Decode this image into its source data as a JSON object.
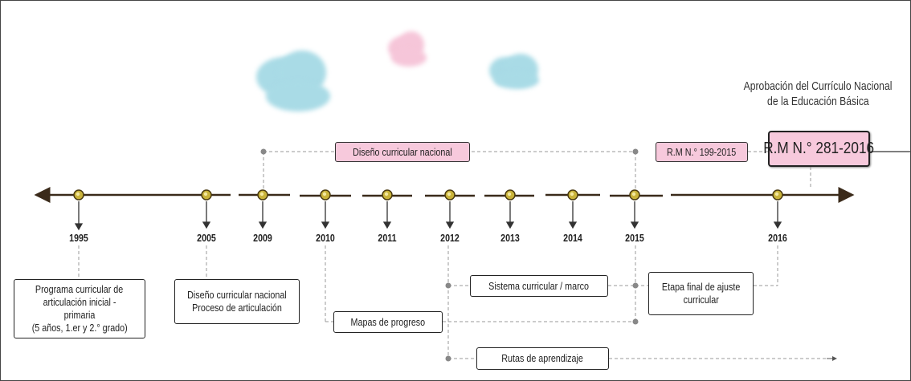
{
  "years": [
    "1995",
    "2005",
    "2009",
    "2010",
    "2011",
    "2012",
    "2013",
    "2014",
    "2015",
    "2016"
  ],
  "top": {
    "diseno": "Diseño curricular nacional",
    "rm199": "R.M N.° 199-2015",
    "rm281": "R.M N.° 281-2016",
    "approval_line1": "Aprobación del Currículo Nacional",
    "approval_line2": "de la Educación Básica"
  },
  "boxes": {
    "programa": [
      "Programa curricular de",
      "articulación inicial - primaria",
      "(5 años, 1.er  y 2.° grado)"
    ],
    "diseno_proceso": [
      "Diseño curricular nacional",
      "Proceso de articulación"
    ],
    "mapas": "Mapas de progreso",
    "sistema": "Sistema curricular / marco",
    "etapa": [
      "Etapa final de ajuste",
      "curricular"
    ],
    "rutas": "Rutas de aprendizaje"
  },
  "colors": {
    "pink": "#f7c9dc",
    "node_fill": "#c9b33a",
    "timeline": "#3a2a1a",
    "cloud_blue": "#a9dbe6",
    "cloud_pink": "#f6c6d9"
  }
}
